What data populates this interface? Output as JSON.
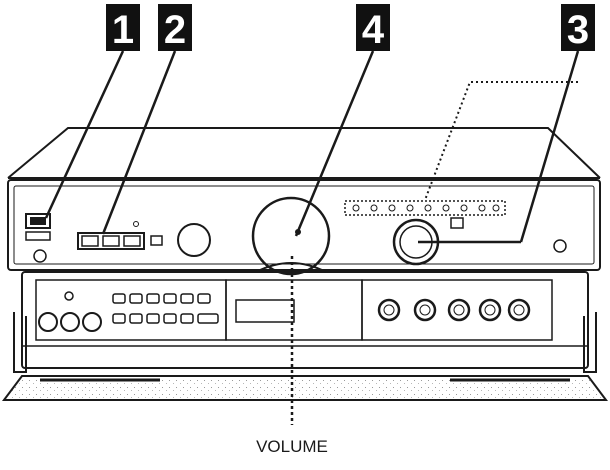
{
  "callouts": [
    {
      "id": "1",
      "text": "1",
      "target": "power-switch"
    },
    {
      "id": "2",
      "text": "2",
      "target": "input-selector-buttons"
    },
    {
      "id": "3",
      "text": "3",
      "target": "selector-knob"
    },
    {
      "id": "4",
      "text": "4",
      "target": "volume-knob"
    }
  ],
  "labels": {
    "volume": "VOLUME"
  },
  "colors": {
    "ink": "#1a1a1a",
    "badge_background": "#111111",
    "badge_text": "#ffffff",
    "paper": "#ffffff"
  }
}
